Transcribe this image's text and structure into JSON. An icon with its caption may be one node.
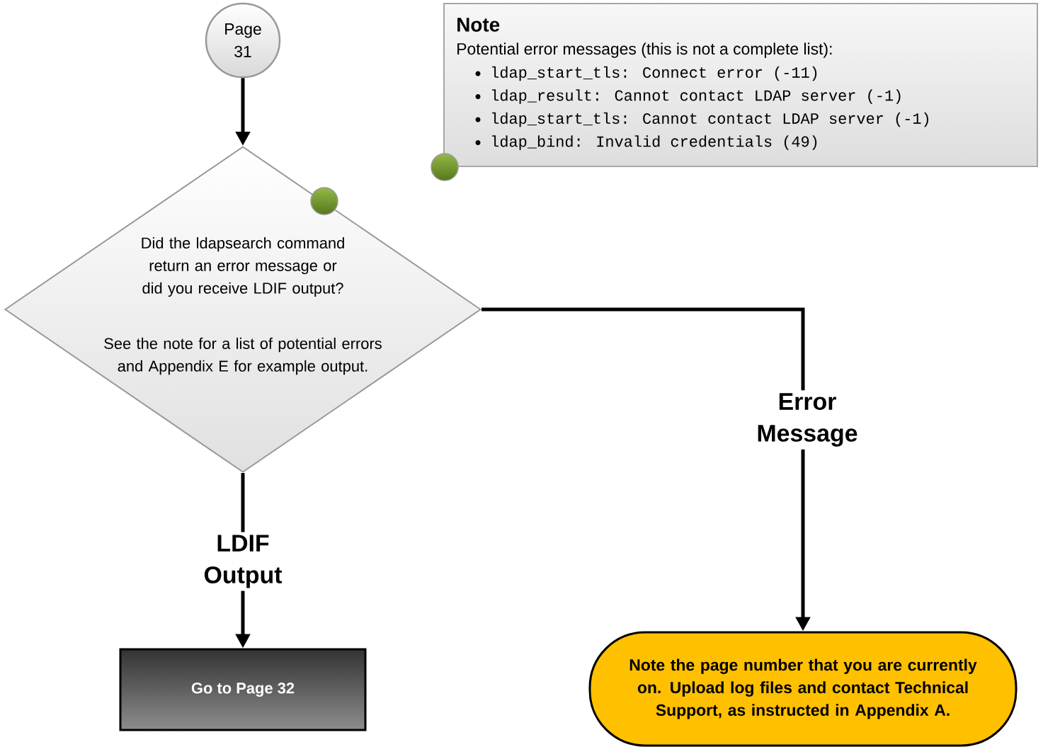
{
  "diagram": {
    "nodes": [
      {
        "text": [
          "Page 31"
        ]
      },
      {
        "text": [
          "Did the ldapsearch command return an error message or did you receive LDIF output?",
          "See the note for a list of potential errors and Appendix E for example output."
        ]
      },
      {
        "text": [
          "Go to Page 32"
        ]
      },
      {
        "text": [
          "Note the page number that you are currently on. Upload log files and contact Technical Support, as instructed in Appendix A."
        ]
      },
      {
        "text": [
          "Note",
          "Potential error messages (this is not a complete list):",
          "ldap_start_tls: Connect error (-11)",
          "ldap_result: Cannot contact LDAP server (-1)",
          "ldap_start_tls: Cannot contact LDAP server (-1)",
          "ldap_bind: Invalid credentials (49)"
        ]
      }
    ],
    "edges": [
      {
        "from": 0,
        "to": 1,
        "arrow": "to"
      },
      {
        "from": 1,
        "to": 2,
        "arrow": "to",
        "label": "LDIF Output"
      },
      {
        "from": 1,
        "to": 3,
        "arrow": "to",
        "label": "Error Message"
      }
    ]
  }
}
